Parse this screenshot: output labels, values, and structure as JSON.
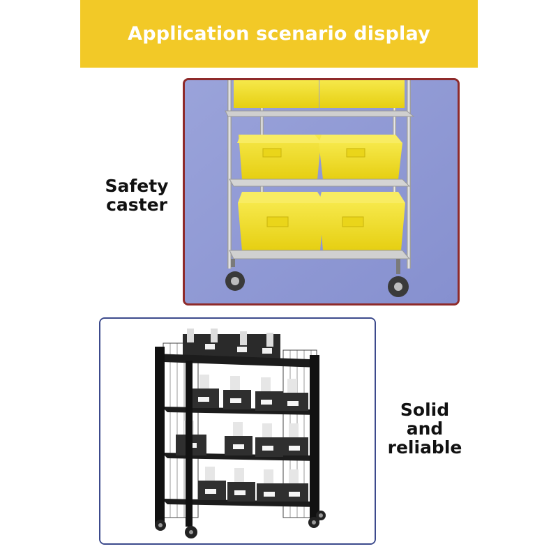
{
  "header": {
    "title": "Application scenario display"
  },
  "features": [
    {
      "lines": [
        "Safety",
        "caster"
      ]
    },
    {
      "lines": [
        "Solid",
        "and",
        "reliable"
      ]
    }
  ],
  "colors": {
    "banner": "#f2c927",
    "top_frame": "#8e2a2a",
    "bottom_frame": "#3c4a8c",
    "bin_yellow": "#f2e029"
  },
  "icons": [
    "chrome-cart-photo",
    "black-rack-photo"
  ]
}
